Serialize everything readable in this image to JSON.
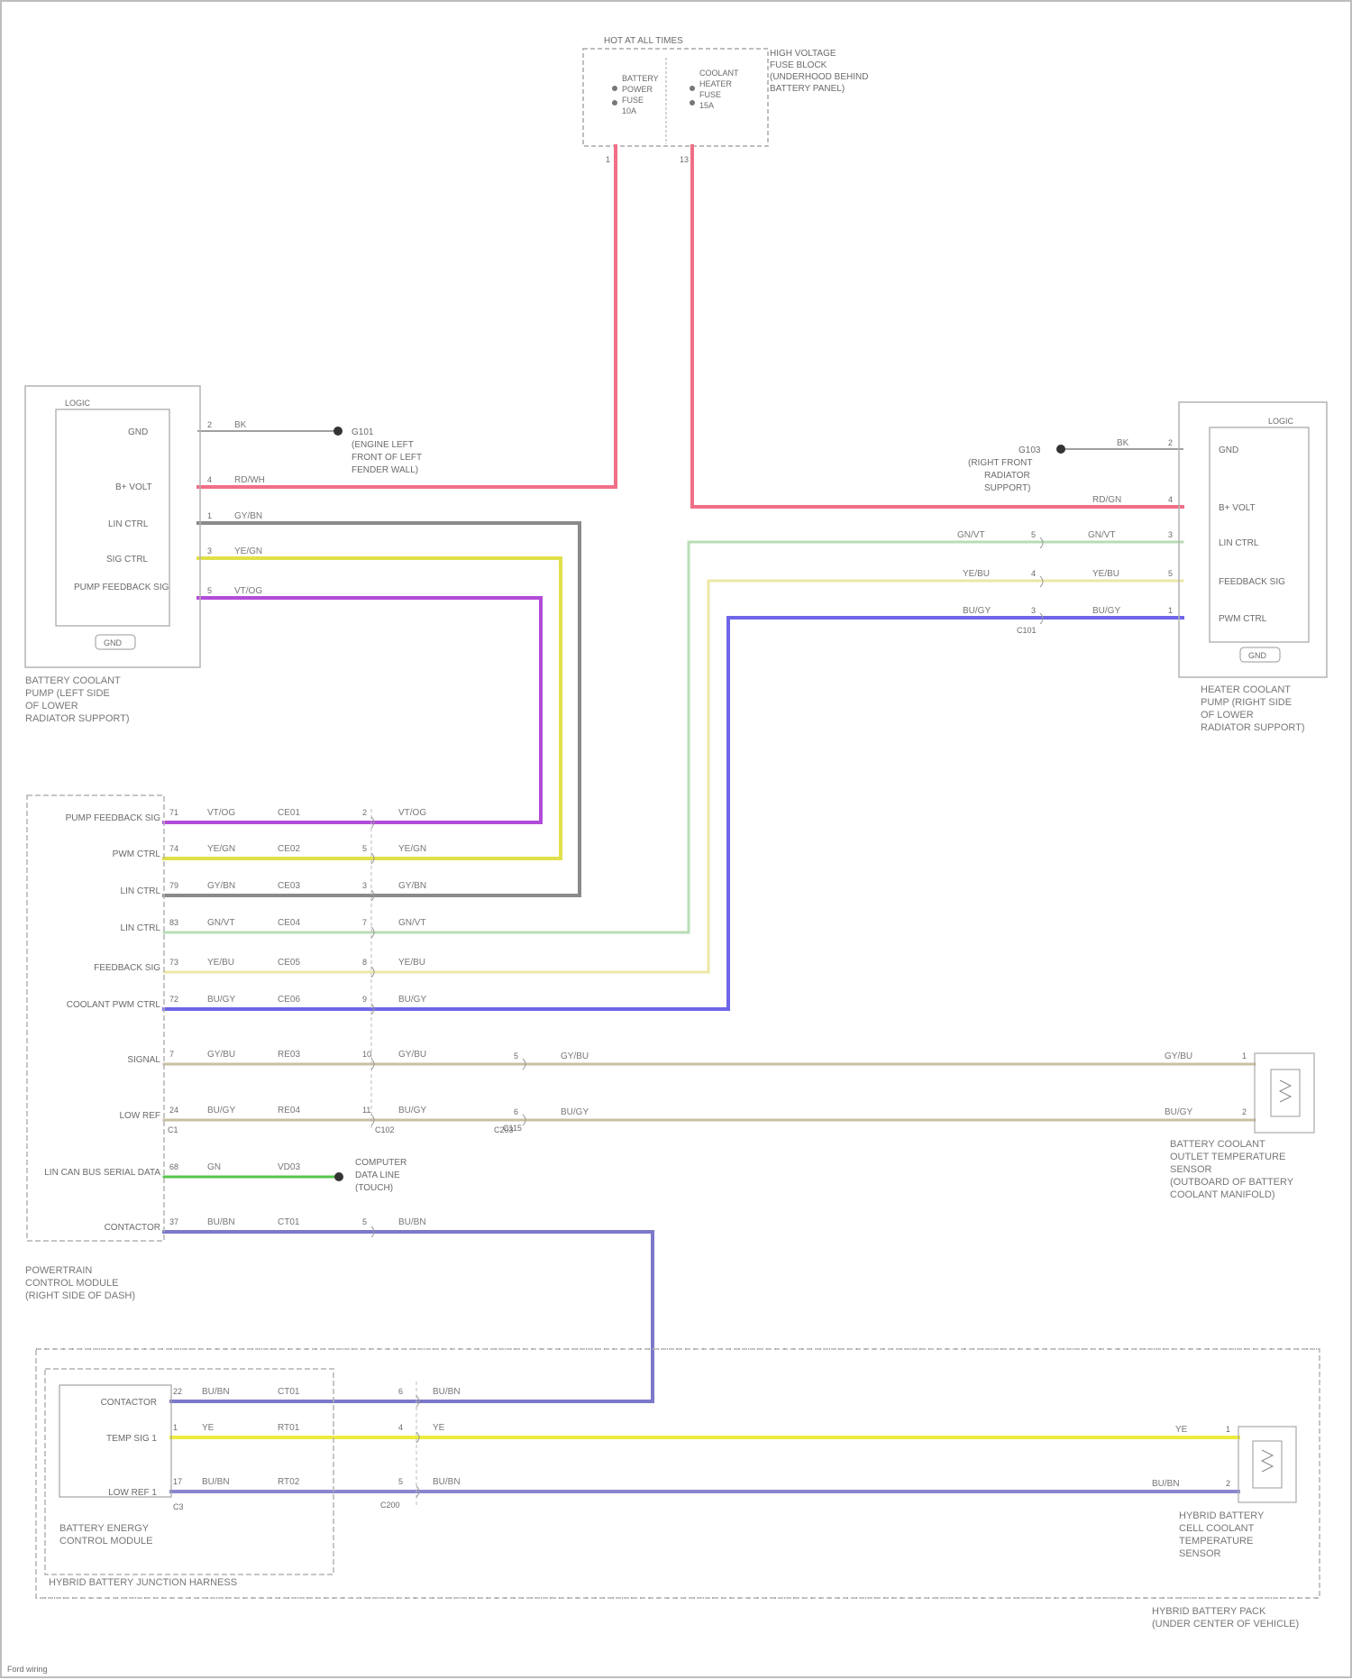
{
  "diagram": {
    "footer": "Ford wiring",
    "colors": {
      "pink": "#f06f86",
      "gray": "#8a8a8a",
      "yellow": "#e0e04a",
      "violet": "#b34bd9",
      "lightgreen": "#b8dcb5",
      "paleyellow": "#ece7a5",
      "blue": "#6f66e8",
      "tan": "#c9bfa2",
      "green": "#55c64a",
      "slate": "#7b79c9",
      "lemon": "#ecec3f",
      "periwinkle": "#8a86d0"
    }
  },
  "components": {
    "fuse_box": {
      "header": "HOT AT ALL TIMES",
      "fuse1": [
        "BATTERY",
        "POWER",
        "FUSE",
        "10A"
      ],
      "fuse2": [
        "COOLANT",
        "HEATER",
        "FUSE",
        "15A"
      ],
      "location": [
        "HIGH VOLTAGE",
        "FUSE BLOCK",
        "(UNDERHOOD BEHIND",
        "BATTERY PANEL)"
      ],
      "pins": [
        "1",
        "13"
      ]
    },
    "left_pump": {
      "header": "LOGIC",
      "location": [
        "BATTERY COOLANT",
        "PUMP (LEFT SIDE",
        "OF LOWER",
        "RADIATOR SUPPORT)"
      ],
      "ground_label": "GND",
      "pins": [
        {
          "pin": "2",
          "label": "GND",
          "wire": "BK"
        },
        {
          "pin": "4",
          "label": "B+ VOLT",
          "wire": "RD/WH"
        },
        {
          "pin": "1",
          "label": "LIN CTRL",
          "wire": "GY/BN"
        },
        {
          "pin": "3",
          "label": "SIG CTRL",
          "wire": "YE/GN"
        },
        {
          "pin": "5",
          "label": "PUMP FEEDBACK SIG",
          "wire": "VT/OG"
        }
      ],
      "ground_point": [
        "G101",
        "(ENGINE LEFT",
        "FRONT OF LEFT",
        "FENDER WALL)"
      ]
    },
    "right_pump": {
      "header": "LOGIC",
      "location": [
        "HEATER COOLANT",
        "PUMP (RIGHT SIDE",
        "OF LOWER",
        "RADIATOR SUPPORT)"
      ],
      "ground_label": "GND",
      "pins": [
        {
          "pin": "2",
          "label": "GND",
          "wire": "BK"
        },
        {
          "pin": "4",
          "label": "B+ VOLT",
          "wire": "RD/GN"
        },
        {
          "pin": "3",
          "label": "LIN CTRL",
          "wire": "GN/VT",
          "harness_wire": "GN/VT",
          "harness_pin": "5"
        },
        {
          "pin": "5",
          "label": "FEEDBACK SIG",
          "wire": "YE/BU",
          "harness_wire": "YE/BU",
          "harness_pin": "4"
        },
        {
          "pin": "1",
          "label": "PWM CTRL",
          "wire": "BU/GY",
          "harness_wire": "BU/GY",
          "harness_pin": "3"
        }
      ],
      "ground_point": [
        "G103",
        "(RIGHT FRONT",
        "RADIATOR",
        "SUPPORT)"
      ],
      "connector": "C101"
    },
    "pcm": {
      "location": [
        "POWERTRAIN",
        "CONTROL MODULE",
        "(RIGHT SIDE OF DASH)"
      ],
      "connector": "C1",
      "pins": [
        {
          "label": "PUMP FEEDBACK SIG",
          "pin": "71",
          "wire": "VT/OG",
          "circuit": "CE01",
          "pin2": "2"
        },
        {
          "label": "PWM CTRL",
          "pin": "74",
          "wire": "YE/GN",
          "circuit": "CE02",
          "pin2": "5"
        },
        {
          "label": "LIN CTRL",
          "pin": "79",
          "wire": "GY/BN",
          "circuit": "CE03",
          "pin2": "3"
        },
        {
          "label": "LIN CTRL",
          "pin": "83",
          "wire": "GN/VT",
          "circuit": "CE04",
          "pin2": "7"
        },
        {
          "label": "FEEDBACK SIG",
          "pin": "73",
          "wire": "YE/BU",
          "circuit": "CE05",
          "pin2": "8"
        },
        {
          "label": "COOLANT PWM CTRL",
          "pin": "72",
          "wire": "BU/GY",
          "circuit": "CE06",
          "pin2": "9"
        },
        {
          "label": "SIGNAL",
          "pin": "7",
          "wire": "GY/BU",
          "circuit": "RE03",
          "pin2": "10"
        },
        {
          "label": "LOW REF",
          "pin": "24",
          "wire": "BU/GY",
          "circuit": "RE04",
          "pin2": "11"
        },
        {
          "label": "LIN CAN BUS SERIAL DATA",
          "pin": "68",
          "wire": "GN",
          "circuit": "VD03"
        },
        {
          "label": "CONTACTOR",
          "pin": "37",
          "wire": "BU/BN",
          "circuit": "CT01",
          "pin2": "5"
        }
      ],
      "mid_connector": "C102",
      "splice": "C203"
    },
    "coolant_sensor": {
      "location": [
        "BATTERY COOLANT",
        "OUTLET TEMPERATURE",
        "SENSOR",
        "(OUTBOARD OF BATTERY",
        "COOLANT MANIFOLD)"
      ],
      "pins": [
        "1",
        "2"
      ],
      "wires": [
        "GY/BU",
        "BU/GY"
      ],
      "splice_wires": [
        "GY/BU",
        "BU/GY"
      ],
      "splice_pins": [
        "5",
        "6"
      ],
      "splice_conn": "C115"
    },
    "data_link": {
      "label": [
        "COMPUTER",
        "DATA LINE",
        "(TOUCH)"
      ]
    },
    "bms": {
      "location": [
        "BATTERY ENERGY",
        "CONTROL MODULE"
      ],
      "harness": "HYBRID BATTERY JUNCTION HARNESS",
      "connector": "C3",
      "pins": [
        {
          "label": "CONTACTOR",
          "pin": "22",
          "wire": "BU/BN",
          "circuit": "CT01",
          "pin2": "6",
          "wire2": "BU/BN"
        },
        {
          "label": "TEMP SIG 1",
          "pin": "1",
          "wire": "YE",
          "circuit": "RT01",
          "pin2": "4",
          "wire2": "YE"
        },
        {
          "label": "LOW REF 1",
          "pin": "17",
          "wire": "BU/BN",
          "circuit": "RT02",
          "pin2": "5",
          "wire2": "BU/BN"
        }
      ],
      "mid_connector": "C200"
    },
    "battery_temp_sensor": {
      "location": [
        "HYBRID BATTERY",
        "CELL COOLANT",
        "TEMPERATURE",
        "SENSOR"
      ],
      "pins": [
        "1",
        "2"
      ],
      "wires": [
        "YE",
        "BU/BN"
      ]
    },
    "battery_pack": {
      "location": [
        "HYBRID BATTERY PACK",
        "(UNDER CENTER OF VEHICLE)"
      ]
    }
  }
}
